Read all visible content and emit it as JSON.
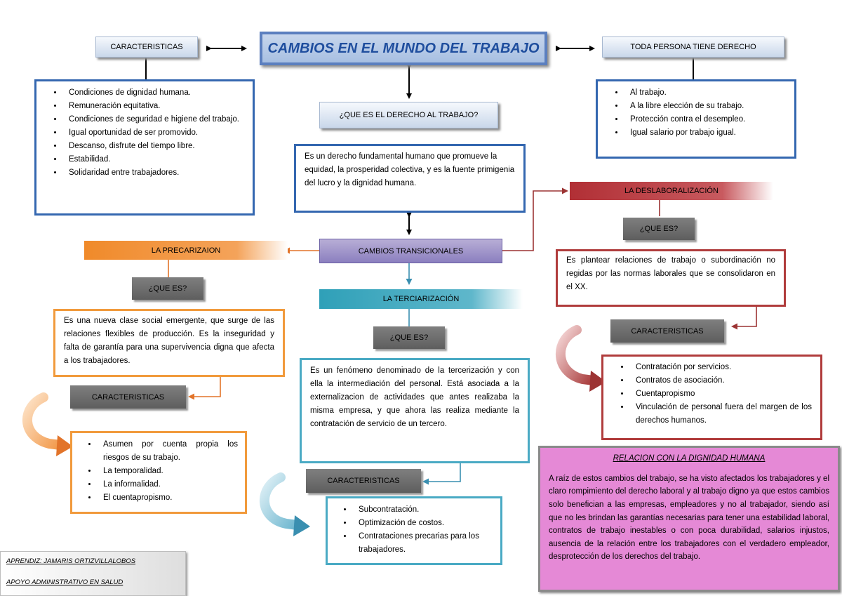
{
  "title": "CAMBIOS EN EL MUNDO DEL TRABAJO",
  "left_top": {
    "label": "CARACTERISTICAS",
    "items": [
      "Condiciones de dignidad humana.",
      "Remuneración equitativa.",
      "Condiciones de seguridad e higiene del trabajo.",
      "Igual oportunidad de ser promovido.",
      "Descanso, disfrute del tiempo libre.",
      "Estabilidad.",
      "Solidaridad entre trabajadores."
    ]
  },
  "right_top": {
    "label": "TODA PERSONA TIENE DERECHO",
    "items": [
      "Al trabajo.",
      "A la libre elección de su trabajo.",
      "Protección contra el desempleo.",
      "Igual salario por trabajo igual."
    ]
  },
  "center": {
    "question": "¿QUE ES EL DERECHO AL TRABAJO?",
    "answer": "Es un derecho fundamental humano que promueve la equidad, la prosperidad colectiva, y es la fuente primigenia del lucro y la dignidad humana.",
    "transitional": "CAMBIOS TRANSICIONALES"
  },
  "precarizacion": {
    "title": "LA PRECARIZAION",
    "question": "¿QUE ES?",
    "answer": "Es una nueva clase social emergente, que surge de las relaciones flexibles de producción. Es la inseguridad y falta de garantía para una supervivencia digna que afecta a los trabajadores.",
    "char_label": "CARACTERISTICAS",
    "items": [
      "Asumen por cuenta propia los riesgos de su trabajo.",
      "La temporalidad.",
      "La informalidad.",
      "El cuentapropismo."
    ]
  },
  "tercerizacion": {
    "title": "LA TERCIARIZACIÓN",
    "question": "¿QUE ES?",
    "answer": "Es un fenómeno denominado de la tercerización y con ella la intermediación del personal. Está asociada a la externalizacion de actividades que antes realizaba la misma empresa, y que ahora las realiza mediante la contratación de servicio de un tercero.",
    "char_label": "CARACTERISTICAS",
    "items": [
      "Subcontratación.",
      "Optimización de costos.",
      "Contrataciones precarias para los trabajadores."
    ]
  },
  "deslaboralizacion": {
    "title": "LA DESLABORALIZACIÓN",
    "question": "¿QUE ES?",
    "answer": "Es plantear relaciones de trabajo o subordinación no regidas por las normas laborales que se consolidaron en el XX.",
    "char_label": "CARACTERISTICAS",
    "items": [
      "Contratación por servicios.",
      "Contratos de asociación.",
      "Cuentapropismo",
      "Vinculación de personal fuera del margen de los derechos humanos."
    ]
  },
  "relacion": {
    "title": "RELACION CON LA DIGNIDAD HUMANA",
    "text": "A raíz de estos cambios del trabajo, se ha visto afectados los trabajadores y el claro rompimiento del derecho laboral y al trabajo digno ya que estos cambios solo benefician a las empresas, empleadores y no al trabajador, siendo así que no les brindan las garantías necesarias para tener una estabilidad laboral, contratos de trabajo inestables o con poca durabilidad, salarios injustos, ausencia de la relación entre los trabajadores con el verdadero empleador, desprotección de los derechos del trabajo."
  },
  "footer": {
    "author": "APRENDIZ:  JAMARIS ORTIZVILLALOBOS",
    "program": "APOYO ADMINISTRATIVO EN SALUD"
  }
}
